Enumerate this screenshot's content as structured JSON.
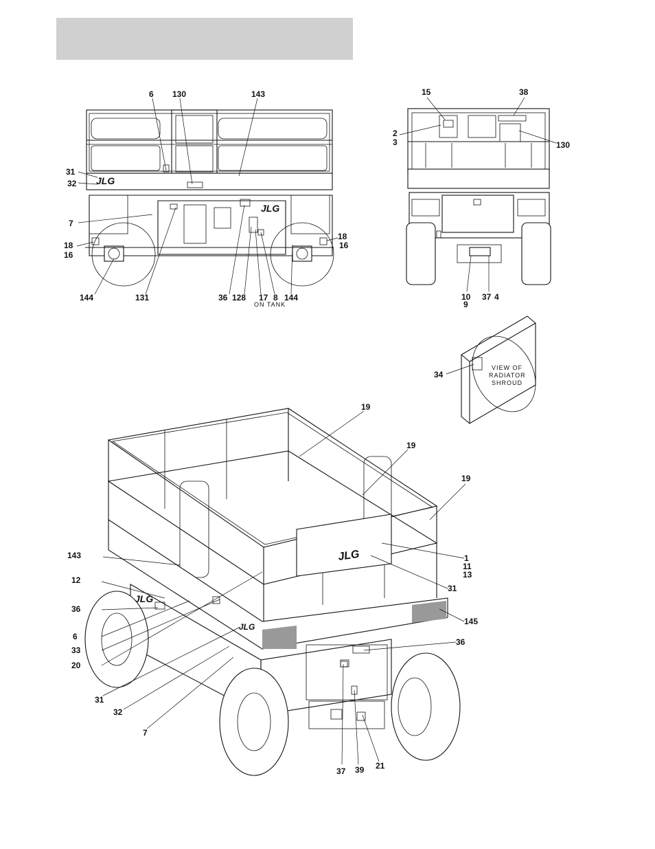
{
  "header": {
    "title": ""
  },
  "side_view_labels": {
    "l6": "6",
    "l130": "130",
    "l143": "143",
    "l31": "31",
    "l32": "32",
    "l7": "7",
    "l18a": "18",
    "l16a": "16",
    "l18b": "18",
    "l16b": "16",
    "l144a": "144",
    "l131": "131",
    "l36": "36",
    "l128": "128",
    "l17": "17",
    "l8": "8",
    "l144b": "144",
    "on_tank": "ON TANK"
  },
  "rear_view_labels": {
    "l15": "15",
    "l38": "38",
    "l2": "2",
    "l3": "3",
    "l130": "130",
    "l10": "10",
    "l9": "9",
    "l37": "37",
    "l4": "4"
  },
  "radiator": {
    "l34": "34",
    "caption_line1": "VIEW OF",
    "caption_line2": "RADIATOR",
    "caption_line3": "SHROUD"
  },
  "iso_view_labels": {
    "l19a": "19",
    "l19b": "19",
    "l19c": "19",
    "l143": "143",
    "l1": "1",
    "l11": "11",
    "l13": "13",
    "l12": "12",
    "l31a": "31",
    "l36a": "36",
    "l145": "145",
    "l6": "6",
    "l33": "33",
    "l20": "20",
    "l36b": "36",
    "l31b": "31",
    "l32": "32",
    "l7": "7",
    "l37": "37",
    "l39": "39",
    "l21": "21"
  },
  "logos": {
    "brand": "JLG"
  }
}
